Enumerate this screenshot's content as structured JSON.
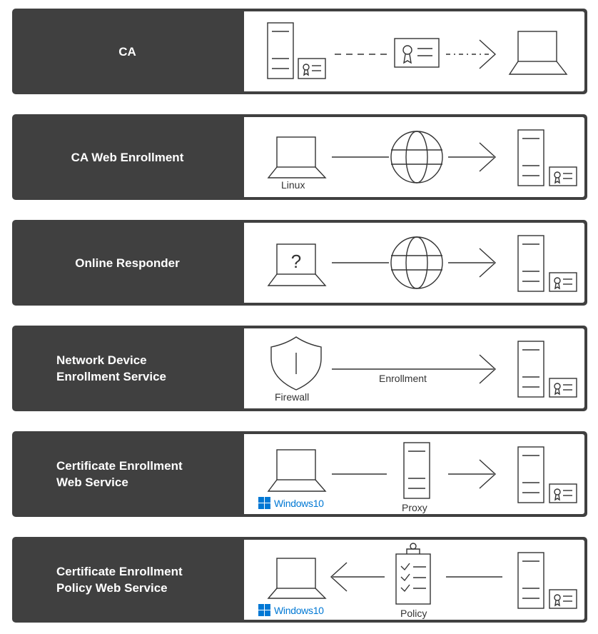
{
  "rows": [
    {
      "title": [
        "CA"
      ]
    },
    {
      "title": [
        "CA Web Enrollment"
      ],
      "client_caption": "Linux"
    },
    {
      "title": [
        "Online Responder"
      ],
      "client_glyph": "?"
    },
    {
      "title": [
        "Network Device",
        "Enrollment Service"
      ],
      "client_caption": "Firewall",
      "link_caption": "Enrollment"
    },
    {
      "title": [
        "Certificate Enrollment",
        "Web Service"
      ],
      "client_caption": "Windows10",
      "middle_caption": "Proxy"
    },
    {
      "title": [
        "Certificate Enrollment",
        "Policy Web Service"
      ],
      "client_caption": "Windows10",
      "middle_caption": "Policy"
    }
  ],
  "icons": {
    "server": "server-icon",
    "certificate": "certificate-icon",
    "laptop": "laptop-icon",
    "globe": "globe-icon",
    "shield": "shield-icon",
    "checklist": "checklist-icon",
    "windows": "windows-logo-icon"
  },
  "colors": {
    "row_bg": "#404040",
    "windows_blue": "#0078d4"
  }
}
